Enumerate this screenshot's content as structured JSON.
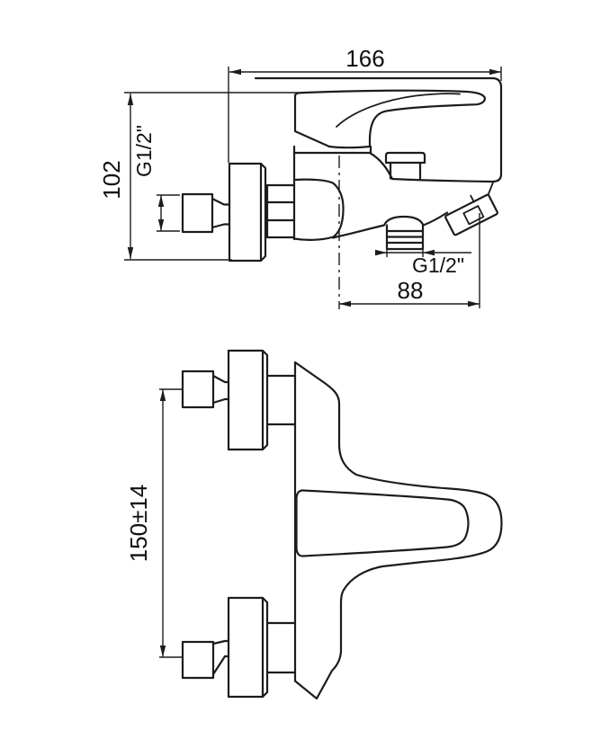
{
  "meta": {
    "drawing_type": "technical dimensional drawing",
    "subject": "wall-mounted single-lever bath mixer faucet",
    "background_color": "#ffffff",
    "line_color": "#1c1c1c"
  },
  "side_view": {
    "name": "side view",
    "dimensions": {
      "projection": "166",
      "height": "102",
      "inlet_thread": "G1/2\"",
      "outlet_thread": "G1/2\"",
      "outlet_offset": "88"
    }
  },
  "front_view": {
    "name": "front view (rotated)",
    "dimensions": {
      "inlet_centers": "150±14"
    }
  }
}
